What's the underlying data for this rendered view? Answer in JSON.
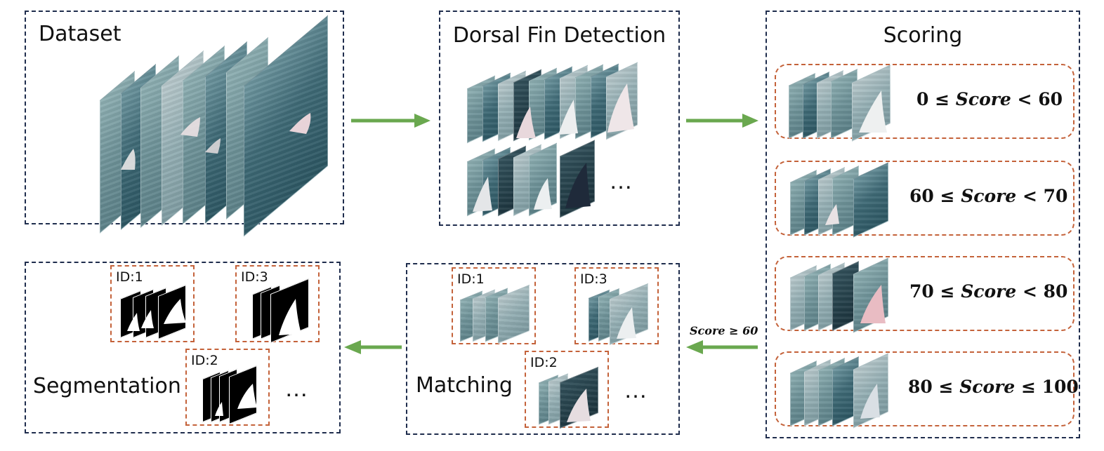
{
  "panels": {
    "dataset": {
      "title": "Dataset"
    },
    "detection": {
      "title": "Dorsal Fin Detection",
      "more": "…"
    },
    "scoring": {
      "title": "Scoring",
      "bins": [
        {
          "lo": "0",
          "op1": "≤",
          "var": "Score",
          "op2": "<",
          "hi": "60"
        },
        {
          "lo": "60",
          "op1": "≤",
          "var": "Score",
          "op2": "<",
          "hi": "70"
        },
        {
          "lo": "70",
          "op1": "≤",
          "var": "Score",
          "op2": "<",
          "hi": "80"
        },
        {
          "lo": "80",
          "op1": "≤",
          "var": "Score",
          "op2": "≤",
          "hi": "100"
        }
      ]
    },
    "matching": {
      "title": "Matching",
      "more": "…"
    },
    "segmentation": {
      "title": "Segmentation",
      "more": "…"
    }
  },
  "ids": {
    "id1": "ID:1",
    "id2": "ID:2",
    "id3": "ID:3"
  },
  "filter": {
    "var": "Score",
    "op": "≥",
    "value": "60"
  },
  "colors": {
    "panel_border": "#1f2d4d",
    "group_border": "#c4623a",
    "arrow": "#6aa84f"
  }
}
